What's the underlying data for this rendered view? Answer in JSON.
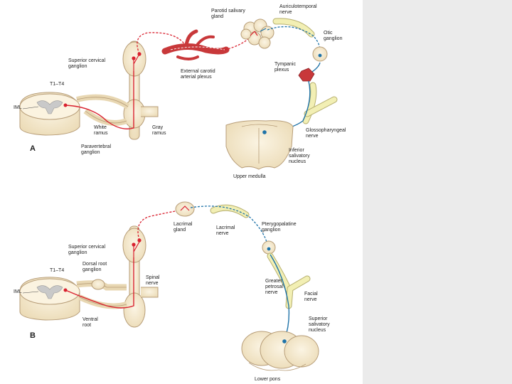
{
  "colors": {
    "preganglionic_red": "#d9212f",
    "postganglionic_red": "#d9212f",
    "parasympathetic_blue": "#1f73a8",
    "tan_structure": "#f5e9cf",
    "tan_outline": "#b79d78",
    "nerve_yellow": "#f2efb4",
    "artery_red": "#c8383a",
    "side_panel": "#ebebeb"
  },
  "panel_a": {
    "letter": "A",
    "labels": {
      "parotid": "Parotid salivary\ngland",
      "auriculotemporal": "Auriculotemporal\nnerve",
      "otic": "Otic\nganglion",
      "sup_cervical": "Superior cervical\nganglion",
      "ext_carotid": "External carotid\narterial plexus",
      "tympanic": "Tympanic\nplexus",
      "t1t4": "T1–T4",
      "iml": "IML",
      "white_ramus": "White\nramus",
      "gray_ramus": "Gray\nramus",
      "paravertebral": "Paravertebral\nganglion",
      "glossopharyngeal": "Glossopharyngeal\nnerve",
      "inferior_salivatory": "Inferior\nsalivatory\nnucleus",
      "upper_medulla": "Upper medulla"
    }
  },
  "panel_b": {
    "letter": "B",
    "labels": {
      "lacrimal_gland": "Lacrimal\ngland",
      "lacrimal_nerve": "Lacrimal\nnerve",
      "pterygopalatine": "Pterygopalatine\nganglion",
      "sup_cervical": "Superior cervical\nganglion",
      "t1t4": "T1–T4",
      "dorsal_root": "Dorsal root\nganglion",
      "spinal_nerve": "Spinal\nnerve",
      "iml": "IML",
      "greater_petrosal": "Greater\npetrosal\nnerve",
      "facial": "Facial\nnerve",
      "ventral_root": "Ventral\nroot",
      "superior_salivatory": "Superior\nsalivatory\nnucleus",
      "lower_pons": "Lower pons"
    }
  }
}
